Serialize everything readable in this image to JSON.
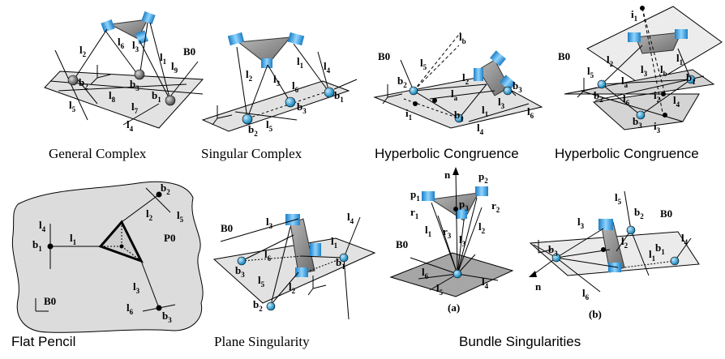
{
  "captions": {
    "general_complex": "General Complex",
    "singular_complex": "Singular Complex",
    "hyperbolic_congruence_1": "Hyperbolic Congruence",
    "hyperbolic_congruence_2": "Hyperbolic Congruence",
    "flat_pencil": "Flat Pencil",
    "plane_singularity": "Plane Singularity",
    "bundle_singularities": "Bundle Singularities"
  },
  "labels": {
    "b0": "B0",
    "p0": "P0",
    "normal": "n",
    "part_a": "(a)",
    "part_b": "(b)"
  },
  "colors": {
    "plane_fill": "#dcdcdc",
    "joint_blue": "#1e9fd6",
    "joint_gray": "#7a7a7a",
    "actuator_blue": "#3aa6de",
    "platform_gray": "#8e8e8e"
  }
}
